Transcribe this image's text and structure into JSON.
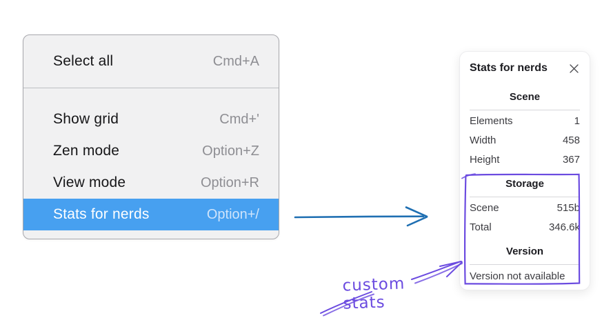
{
  "menu": {
    "sections": [
      {
        "items": [
          {
            "label": "Select all",
            "shortcut": "Cmd+A"
          }
        ]
      },
      {
        "items": [
          {
            "label": "Show grid",
            "shortcut": "Cmd+'"
          },
          {
            "label": "Zen mode",
            "shortcut": "Option+Z"
          },
          {
            "label": "View mode",
            "shortcut": "Option+R"
          },
          {
            "label": "Stats for nerds",
            "shortcut": "Option+/",
            "highlighted": true
          }
        ]
      }
    ],
    "highlight_color": "#47a0f0"
  },
  "stats_panel": {
    "title": "Stats for nerds",
    "close_icon": "x-icon",
    "sections": [
      {
        "header": "Scene",
        "rows": [
          {
            "label": "Elements",
            "value": "1"
          },
          {
            "label": "Width",
            "value": "458"
          },
          {
            "label": "Height",
            "value": "367"
          }
        ]
      },
      {
        "header": "Storage",
        "rows": [
          {
            "label": "Scene",
            "value": "515b"
          },
          {
            "label": "Total",
            "value": "346.6k"
          }
        ]
      },
      {
        "header": "Version",
        "rows": [],
        "note": "Version not available"
      }
    ]
  },
  "annotation": {
    "label": "custom stats",
    "color": "#6b4be0"
  },
  "arrow": {
    "color": "#1f6fb2"
  }
}
